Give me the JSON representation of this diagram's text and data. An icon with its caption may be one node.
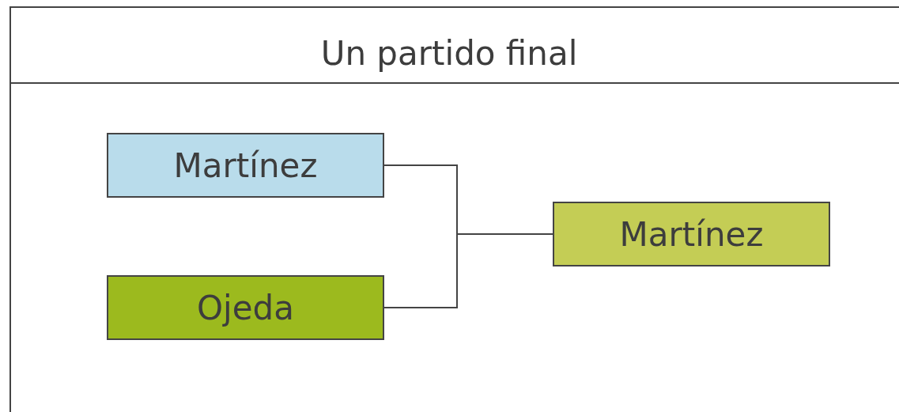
{
  "diagram": {
    "title": "Un partido final",
    "nodes": [
      {
        "text": [
          "Martínez"
        ]
      },
      {
        "text": [
          "Ojeda"
        ]
      },
      {
        "text": [
          "Martínez"
        ]
      }
    ],
    "edges": [
      {
        "from": 0,
        "to": 2,
        "arrow": "none"
      },
      {
        "from": 1,
        "to": 2,
        "arrow": "none"
      }
    ]
  }
}
